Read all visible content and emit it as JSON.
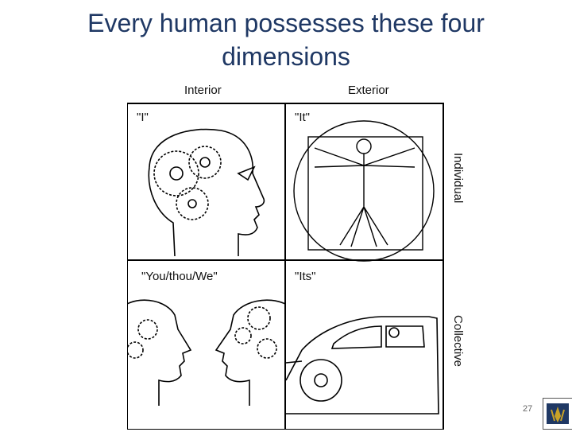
{
  "slide": {
    "title": "Every human possesses these four dimensions",
    "page_number": "27"
  },
  "diagram": {
    "column_labels": {
      "left": "Interior",
      "right": "Exterior"
    },
    "row_labels": {
      "top": "Individual",
      "bottom": "Collective"
    },
    "quadrants": {
      "upper_left": "\"I\"",
      "upper_right": "\"It\"",
      "lower_left": "\"You/thou/We\"",
      "lower_right": "\"Its\""
    }
  }
}
